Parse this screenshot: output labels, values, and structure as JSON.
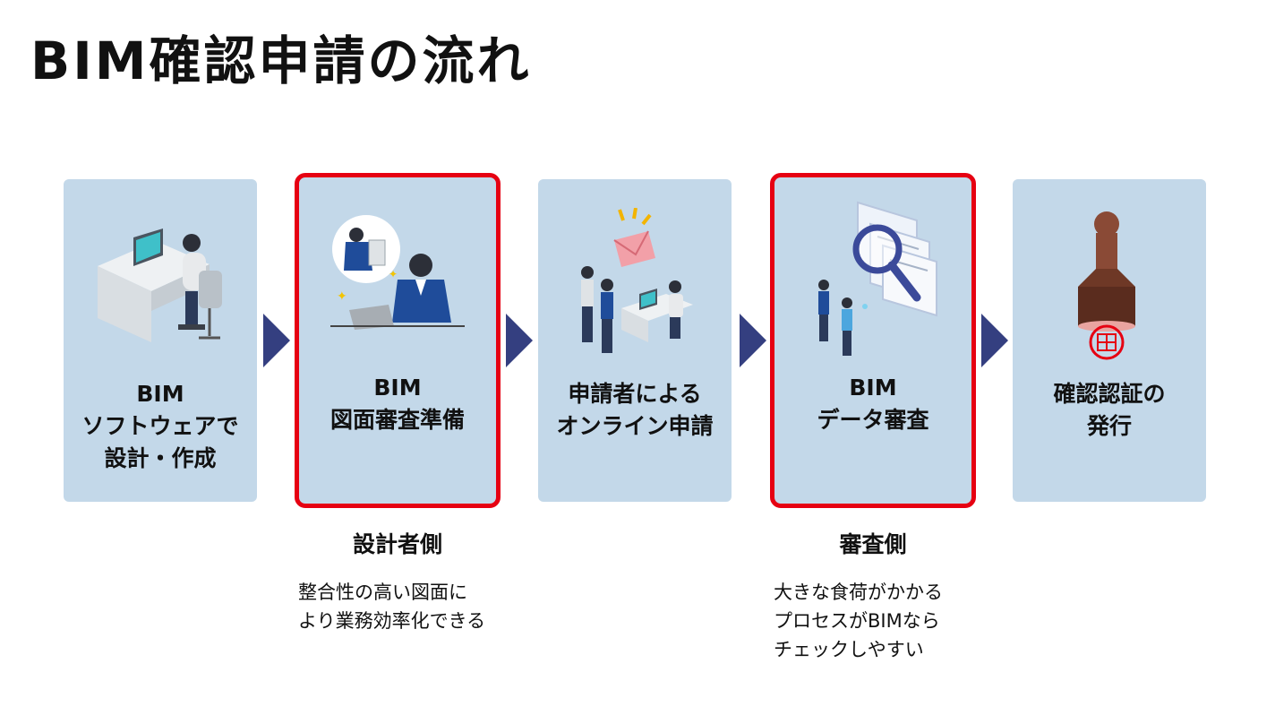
{
  "title": "BIM確認申請の流れ",
  "steps": [
    {
      "id": "design",
      "icon": "designer-at-computer-icon",
      "lines": [
        "BIM",
        "ソフトウェアで",
        "設計・作成"
      ],
      "highlight": false
    },
    {
      "id": "review-prep",
      "icon": "drawing-review-prep-icon",
      "lines": [
        "BIM",
        "図面審査準備"
      ],
      "highlight": true
    },
    {
      "id": "online-application",
      "icon": "online-application-icon",
      "lines": [
        "申請者による",
        "オンライン申請"
      ],
      "highlight": false
    },
    {
      "id": "data-review",
      "icon": "magnifier-review-icon",
      "lines": [
        "BIM",
        "データ審査"
      ],
      "highlight": true
    },
    {
      "id": "certificate",
      "icon": "hanko-stamp-icon",
      "lines": [
        "確認認証の",
        "発行"
      ],
      "highlight": false
    }
  ],
  "designer_side": {
    "title": "設計者側",
    "lines": [
      "整合性の高い図面に",
      "より業務効率化できる"
    ]
  },
  "reviewer_side": {
    "title": "審査側",
    "lines": [
      "大きな食荷がかかる",
      "プロセスがBIMなら",
      "チェックしやすい"
    ]
  },
  "colors": {
    "card_background": "#c3d8e9",
    "highlight_border": "#e60012",
    "arrow": "#343f80",
    "stamp_red": "#e60012"
  }
}
